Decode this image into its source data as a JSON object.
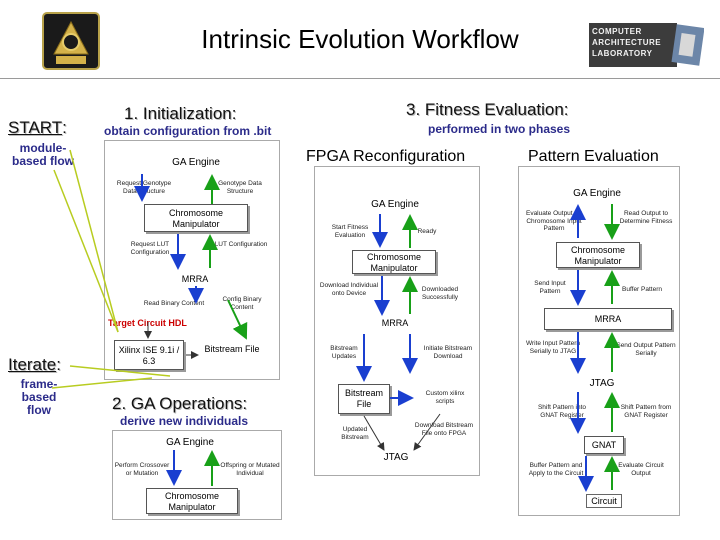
{
  "title": "Intrinsic Evolution Workflow",
  "logos": {
    "left_icon": "university-seal-icon",
    "right_text": [
      "COMPUTER",
      "ARCHITECTURE",
      "LABORATORY"
    ]
  },
  "left": {
    "start_label": "START",
    "start_colon": ":",
    "start_sub": "module-based flow",
    "iterate_label": "Iterate",
    "iterate_colon": ":",
    "iterate_sub": "frame-based flow"
  },
  "init": {
    "title": "1. Initialization:",
    "subtitle": "obtain configuration from .bit",
    "ga_engine": "GA Engine",
    "req_genotype": "Request Genotype Data Structure",
    "genotype_data": "Genotype Data Structure",
    "chromosome": "Chromosome Manipulator",
    "req_lut": "Request LUT Configuration",
    "lut_config": "LUT Configuration",
    "mrra": "MRRA",
    "read_binary": "Read Binary Content",
    "config_binary": "Config Binary Content",
    "target_hdl": "Target Circuit HDL",
    "xilinx_ise": "Xilinx ISE 9.1i / 6.3",
    "bitstream_file": "Bitstream File"
  },
  "ga_ops": {
    "title": "2. GA Operations:",
    "subtitle": "derive new individuals",
    "ga_engine": "GA Engine",
    "crossover": "Perform Crossover or Mutation",
    "offspring": "Offspring or Mutated Individual",
    "chromosome": "Chromosome Manipulator"
  },
  "fitness": {
    "title": "3. Fitness Evaluation:",
    "subtitle": "performed in two phases",
    "col1_head": "FPGA Reconfiguration",
    "col2_head": "Pattern Evaluation",
    "reconfig": {
      "ga_engine": "GA Engine",
      "start_fitness": "Start Fitness Evaluation",
      "ready": "Ready",
      "chromosome": "Chromosome Manipulator",
      "download_ind": "Download Individual onto Device",
      "downloaded": "Downloaded Successfully",
      "mrra": "MRRA",
      "bitstream_updates": "Bitstream Updates",
      "initiate_download": "Initiate Bitstream Download",
      "bitstream_file": "Bitstream File",
      "custom_scripts": "Custom xilinx scripts",
      "updated_bitstream": "Updated Bitstream",
      "download_file": "Download Bitstream File onto FPGA",
      "jtag": "JTAG"
    },
    "pattern": {
      "ga_engine": "GA Engine",
      "evaluate_output": "Evaluate Output for Chromosome Input Pattern",
      "read_output": "Read Output to Determine Fitness",
      "chromosome": "Chromosome Manipulator",
      "send_input": "Send Input Pattern",
      "buffer_pattern": "Buffer Pattern",
      "mrra": "MRRA",
      "write_input": "Write Input Pattern Serially to JTAG",
      "send_output": "Send Output Pattern Serially",
      "jtag": "JTAG",
      "shift_gnat": "Shift Pattern into GNAT Register",
      "shift_from_gnat": "Shift Pattern from GNAT Register",
      "gnat": "GNAT",
      "buffer_apply": "Buffer Pattern and Apply to the Circuit",
      "evaluate_output2": "Evaluate Circuit Output",
      "circuit": "Circuit"
    }
  }
}
